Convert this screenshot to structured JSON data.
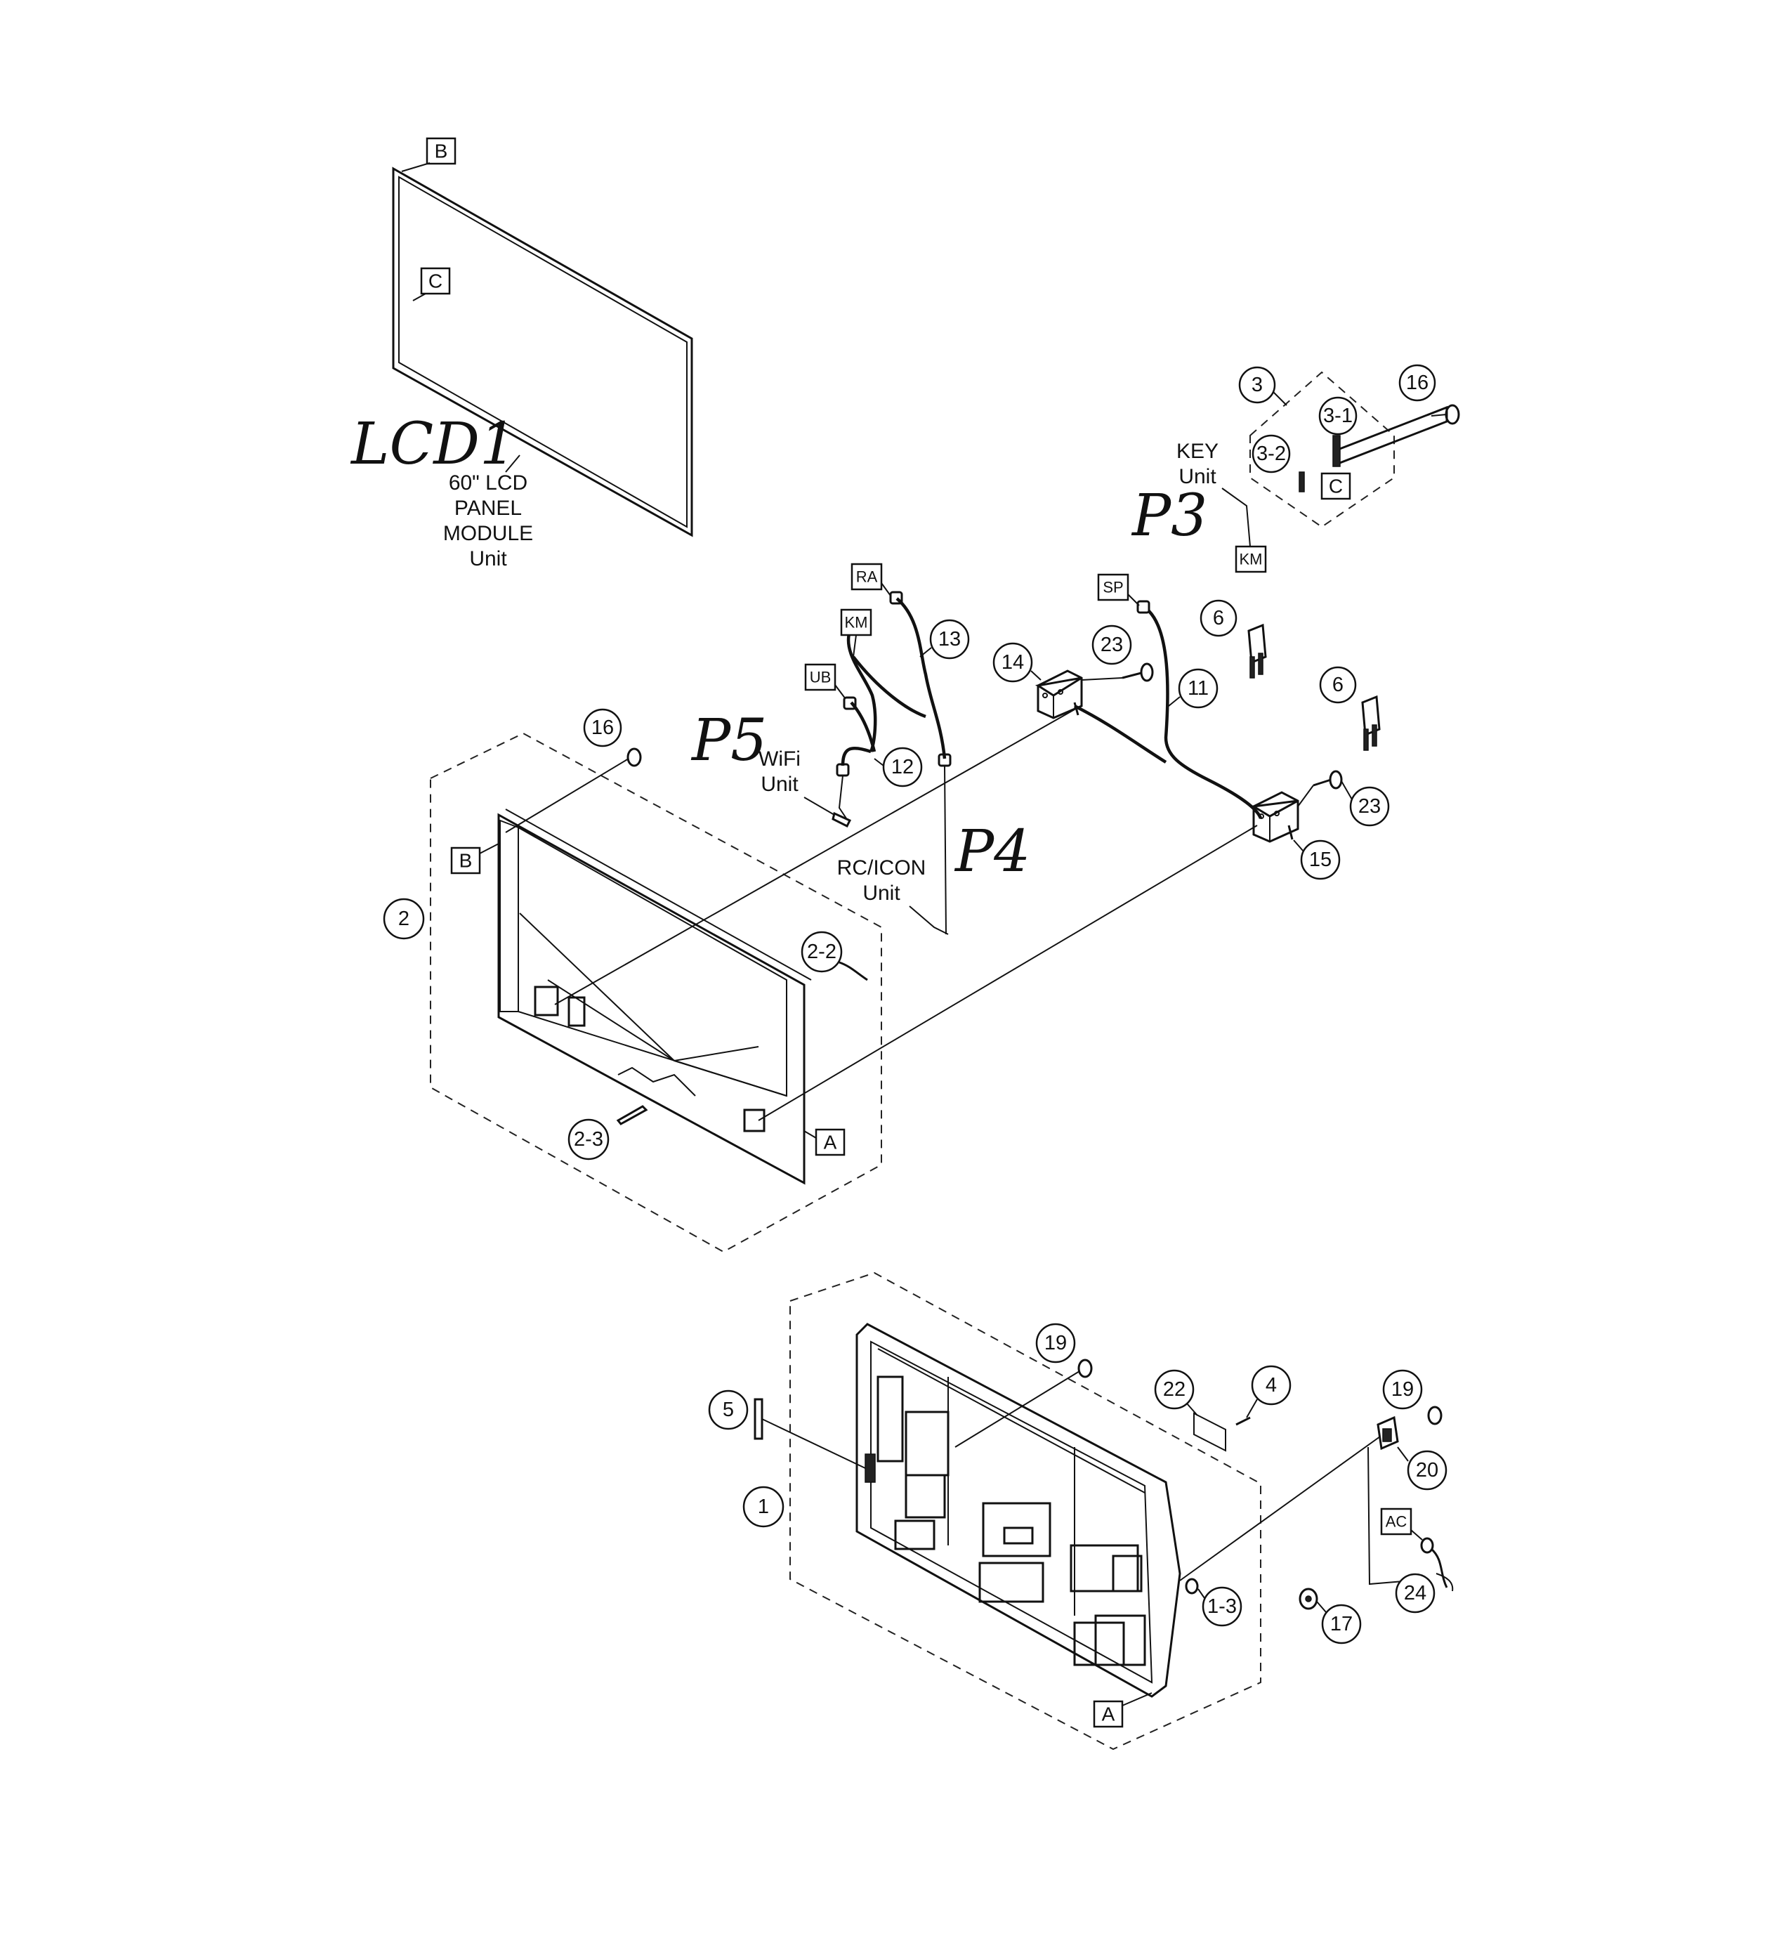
{
  "handwritten": {
    "lcd1": "LCD1",
    "p3": "P3",
    "p4": "P4",
    "p5": "P5"
  },
  "unit_labels": {
    "lcd_panel": [
      "60\" LCD",
      "PANEL",
      "MODULE",
      "Unit"
    ],
    "key_unit": [
      "KEY",
      "Unit"
    ],
    "wifi_unit": [
      "WiFi",
      "Unit"
    ],
    "rc_icon_unit": [
      "RC/ICON",
      "Unit"
    ]
  },
  "callouts": {
    "c1": "1",
    "c1_3": "1-3",
    "c2": "2",
    "c2_2": "2-2",
    "c2_3": "2-3",
    "c3": "3",
    "c3_1": "3-1",
    "c3_2": "3-2",
    "c4": "4",
    "c5": "5",
    "c6a": "6",
    "c6b": "6",
    "c11": "11",
    "c12": "12",
    "c13": "13",
    "c14": "14",
    "c15": "15",
    "c16a": "16",
    "c16b": "16",
    "c17": "17",
    "c19a": "19",
    "c19b": "19",
    "c20": "20",
    "c22": "22",
    "c23a": "23",
    "c23b": "23",
    "c24": "24"
  },
  "refs": {
    "b_top": "B",
    "c_panel": "C",
    "c_key": "C",
    "km_key": "KM",
    "ra": "RA",
    "km_cable": "KM",
    "ub": "UB",
    "sp": "SP",
    "b_frame": "B",
    "a_frame": "A",
    "a_back": "A",
    "ac": "AC"
  }
}
